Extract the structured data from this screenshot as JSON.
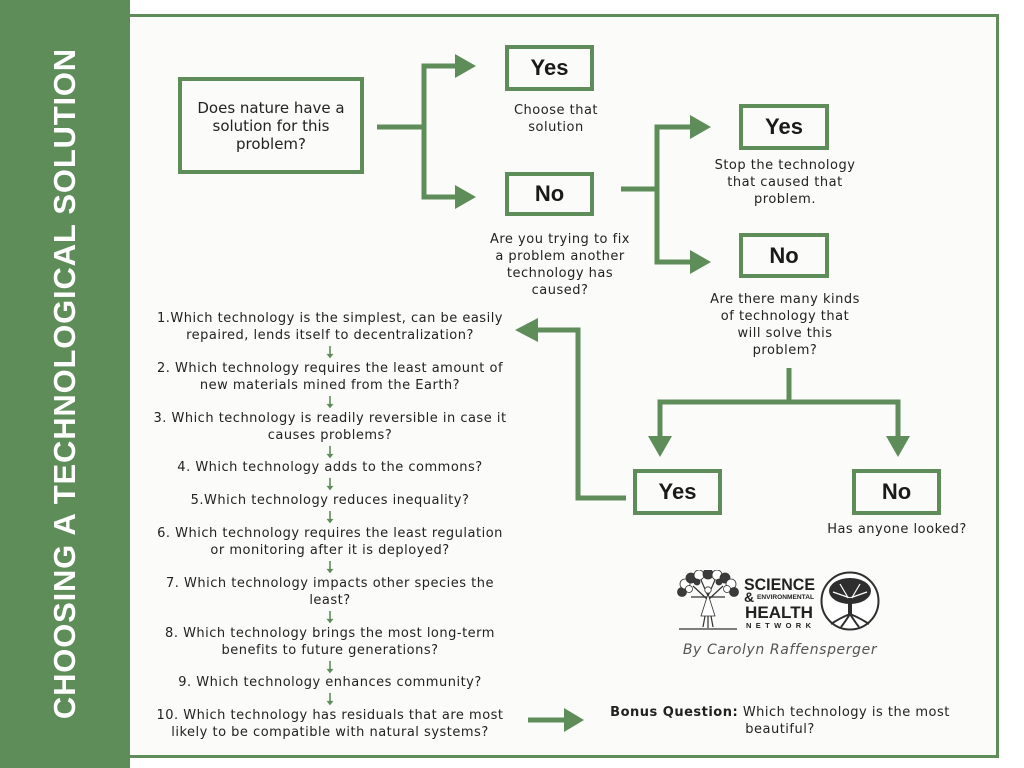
{
  "sidebar": {
    "title": "CHOOSING A TECHNOLOGICAL SOLUTION"
  },
  "flow": {
    "start": {
      "question": "Does nature have a\nsolution for this\nproblem?"
    },
    "nature_yes": {
      "label": "Yes",
      "caption": "Choose that\nsolution"
    },
    "nature_no": {
      "label": "No",
      "caption": "Are you trying to fix\na problem another\ntechnology has\ncaused?"
    },
    "fix_yes": {
      "label": "Yes",
      "caption": "Stop the technology\nthat caused that\nproblem."
    },
    "fix_no": {
      "label": "No",
      "caption": "Are there many kinds\nof technology that\nwill solve this\nproblem?"
    },
    "many_yes": {
      "label": "Yes"
    },
    "many_no": {
      "label": "No",
      "caption": "Has anyone looked?"
    }
  },
  "questions": [
    "1.Which technology is the simplest, can be easily\nrepaired, lends itself to decentralization?",
    "2. Which technology requires the least amount of\nnew materials mined from the Earth?",
    "3. Which technology is readily reversible in case it\ncauses problems?",
    "4. Which technology adds to the commons?",
    "5.Which technology reduces inequality?",
    "6. Which technology requires the least regulation\nor monitoring after it is deployed?",
    "7. Which technology impacts other species the\nleast?",
    "8. Which technology brings the most long-term\nbenefits to future generations?",
    "9. Which technology enhances community?",
    "10. Which technology has residuals that are most\nlikely to be compatible with natural systems?"
  ],
  "bonus": {
    "label": "Bonus Question:",
    "text": "Which technology is the most\nbeautiful?"
  },
  "logo": {
    "line1": "SCIENCE",
    "amp": "&",
    "line2": "ENVIRONMENTAL",
    "line3": "HEALTH",
    "line4": "NETWORK"
  },
  "credit": "By Carolyn Raffensperger",
  "colors": {
    "accent": "#5e8d5a",
    "text": "#222222",
    "background": "#fbfbf9"
  }
}
